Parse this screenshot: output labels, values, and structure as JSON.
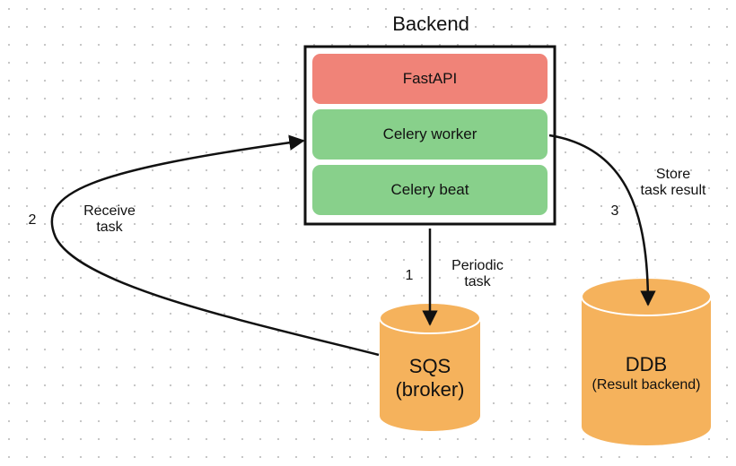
{
  "backend": {
    "title": "Backend",
    "components": [
      {
        "label": "FastAPI",
        "color": "#f08378"
      },
      {
        "label": "Celery worker",
        "color": "#88d08b"
      },
      {
        "label": "Celery beat",
        "color": "#88d08b"
      }
    ]
  },
  "databases": {
    "sqs": {
      "name": "SQS",
      "subtitle": "(broker)",
      "color": "#f5b25c"
    },
    "ddb": {
      "name": "DDB",
      "subtitle": "(Result backend)",
      "color": "#f5b25c"
    }
  },
  "edges": [
    {
      "number": "1",
      "label_line1": "Periodic",
      "label_line2": "task"
    },
    {
      "number": "2",
      "label_line1": "Receive",
      "label_line2": "task"
    },
    {
      "number": "3",
      "label_line1": "Store",
      "label_line2": "task result"
    }
  ]
}
